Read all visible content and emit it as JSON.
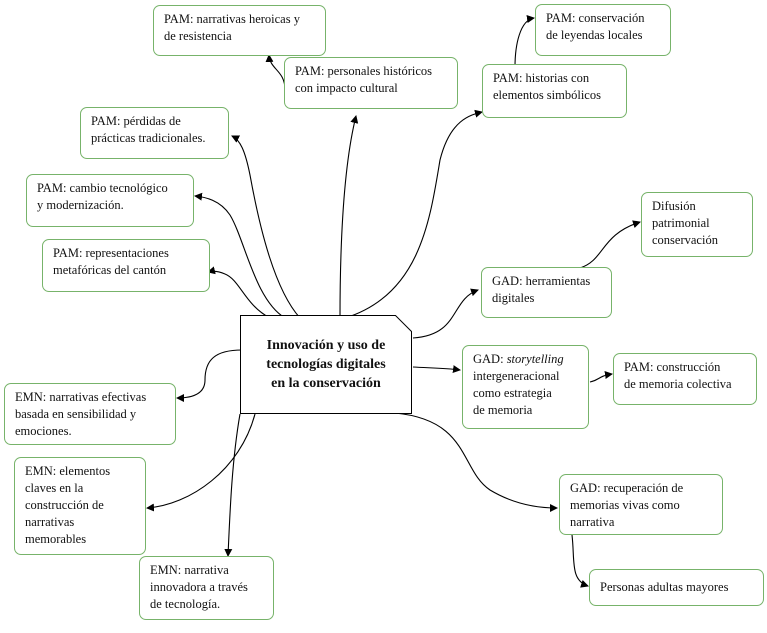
{
  "center": {
    "label": "Innovación y uso de\ntecnologías digitales\nen la conservación"
  },
  "nodes": {
    "pam_narrativas": "PAM: narrativas heroicas y\nde resistencia",
    "pam_personales": "PAM: personales históricos\ncon impacto cultural",
    "pam_conservacion": "PAM: conservación\nde leyendas locales",
    "pam_historias": "PAM: historias con\nelementos simbólicos",
    "pam_perdidas": "PAM: pérdidas de\nprácticas tradicionales.",
    "pam_cambio": "PAM: cambio tecnológico\ny modernización.",
    "pam_representaciones": "PAM: representaciones\nmetafóricas del cantón",
    "difusion": "Difusión\npatrimonial\nconservación",
    "gad_herramientas": "GAD: herramientas\ndigitales",
    "gad_storytelling_prefix": "GAD: ",
    "gad_storytelling_em": "storytelling",
    "gad_storytelling_rest": "\nintergeneracional\ncomo estrategia\nde memoria",
    "pam_construccion": "PAM: construcción\nde memoria colectiva",
    "emn_narrativas": "EMN: narrativas efectivas\nbasada en sensibilidad y\nemociones.",
    "emn_elementos": "EMN: elementos\nclaves en la\nconstrucción de\nnarrativas\nmemorables",
    "emn_narrativa_innovadora": "EMN: narrativa\ninnovadora a través\nde tecnología.",
    "gad_recuperacion": "GAD: recuperación de\nmemorias vivas como\nnarrativa",
    "personas": "Personas adultas mayores"
  },
  "colors": {
    "border": "#77b36a",
    "connector": "#000000"
  }
}
